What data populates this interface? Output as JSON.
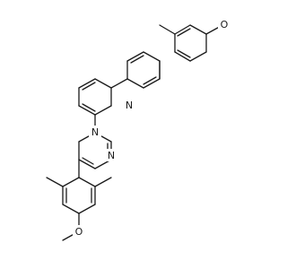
{
  "molecule": {
    "atom_labels": {
      "N_upper_central": "N",
      "N_upper_right": "N",
      "N_lower_central": "N",
      "O_upper": "O",
      "O_lower": "O"
    }
  }
}
